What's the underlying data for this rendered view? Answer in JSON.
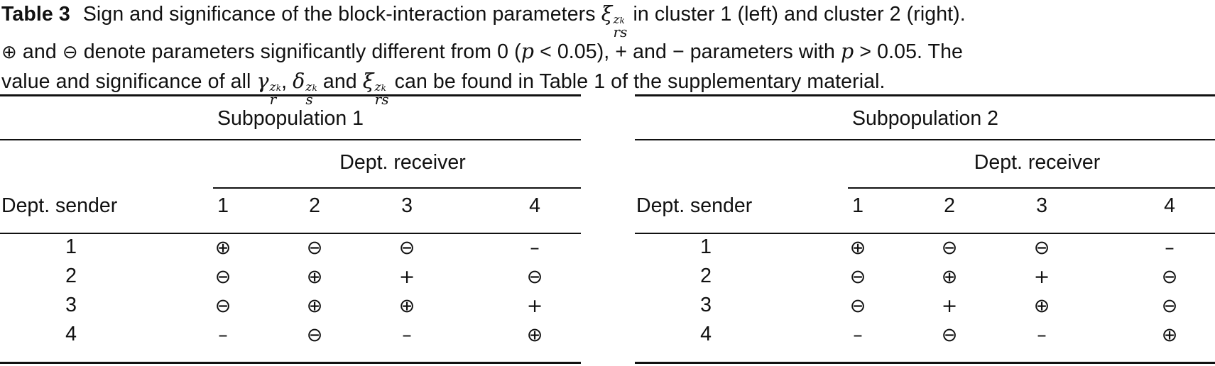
{
  "caption": {
    "label": "Table 3",
    "line1_pre": "Sign and significance of the block-interaction parameters",
    "xi": "ξ",
    "zk": "z",
    "k": "k",
    "rs": "rs",
    "line1_post": "in cluster 1 (left) and cluster 2 (right).",
    "plus_circ": "⊕",
    "and": "and",
    "minus_circ": "⊖",
    "line2_a": "denote parameters significantly different from 0 (",
    "p": "p",
    "line2_b": "< 0.05), + and − parameters with",
    "line2_c": "> 0.05. The",
    "line3_pre": "value and significance of all",
    "gamma": "γ",
    "r": "r",
    "delta": "δ",
    "s": "s",
    "comma": ",",
    "line3_post": "can be found in Table 1 of the supplementary material."
  },
  "tables": [
    {
      "title": "Subpopulation 1",
      "receiver_header": "Dept. receiver",
      "sender_header": "Dept. sender",
      "cols": [
        "1",
        "2",
        "3",
        "4"
      ],
      "rows": [
        {
          "label": "1",
          "cells": [
            "⊕",
            "⊖",
            "⊖",
            "–"
          ]
        },
        {
          "label": "2",
          "cells": [
            "⊖",
            "⊕",
            "+",
            "⊖"
          ]
        },
        {
          "label": "3",
          "cells": [
            "⊖",
            "⊕",
            "⊕",
            "+"
          ]
        },
        {
          "label": "4",
          "cells": [
            "–",
            "⊖",
            "–",
            "⊕"
          ]
        }
      ]
    },
    {
      "title": "Subpopulation 2",
      "receiver_header": "Dept. receiver",
      "sender_header": "Dept. sender",
      "cols": [
        "1",
        "2",
        "3",
        "4"
      ],
      "rows": [
        {
          "label": "1",
          "cells": [
            "⊕",
            "⊖",
            "⊖",
            "–"
          ]
        },
        {
          "label": "2",
          "cells": [
            "⊖",
            "⊕",
            "+",
            "⊖"
          ]
        },
        {
          "label": "3",
          "cells": [
            "⊖",
            "+",
            "⊕",
            "⊖"
          ]
        },
        {
          "label": "4",
          "cells": [
            "–",
            "⊖",
            "–",
            "⊕"
          ]
        }
      ]
    }
  ]
}
